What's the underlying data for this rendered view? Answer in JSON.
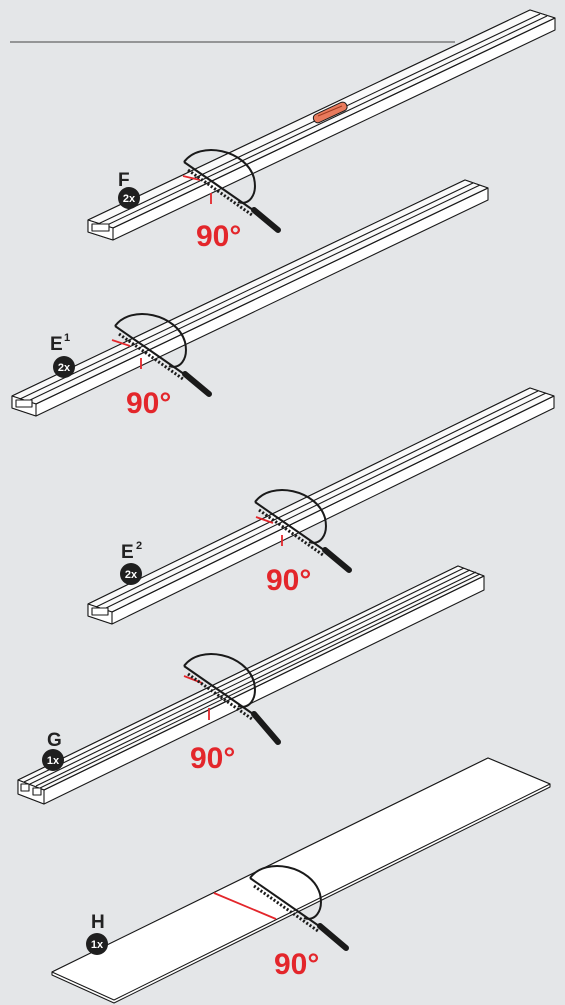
{
  "colors": {
    "background": "#e4e6e8",
    "profile_fill": "#ffffff",
    "outline": "#1a1a1a",
    "cut_mark": "#e3262b",
    "angle_text": "#e3262b",
    "badge": "#1f1f1f",
    "level_bubble": "#e87a5c"
  },
  "icons": [
    "saw-icon",
    "spirit-level-icon"
  ],
  "parts": [
    {
      "letter": "F",
      "sup": "",
      "qty": "2x",
      "angle": "90°",
      "kind": "channel"
    },
    {
      "letter": "E",
      "sup": "1",
      "qty": "2x",
      "angle": "90°",
      "kind": "channel"
    },
    {
      "letter": "E",
      "sup": "2",
      "qty": "2x",
      "angle": "90°",
      "kind": "channel"
    },
    {
      "letter": "G",
      "sup": "",
      "qty": "1x",
      "angle": "90°",
      "kind": "double-channel"
    },
    {
      "letter": "H",
      "sup": "",
      "qty": "1x",
      "angle": "90°",
      "kind": "sheet"
    }
  ]
}
